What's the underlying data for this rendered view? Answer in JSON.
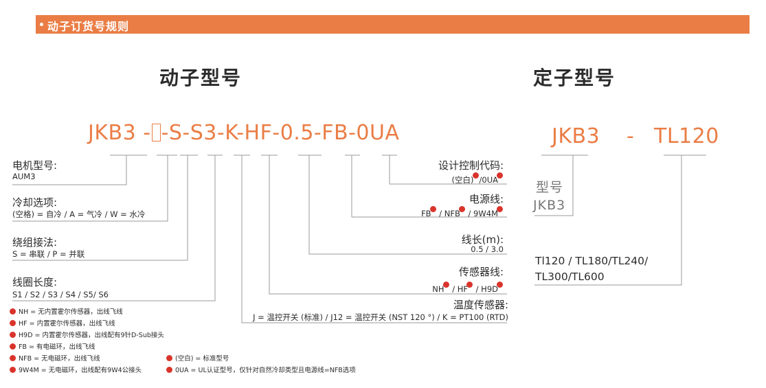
{
  "header": {
    "title": "动子订货号规则"
  },
  "mover": {
    "title": "动子型号",
    "code_prefix": "JKB3 -",
    "code_suffix": "-S-S3-K-HF-0.5-FB-0UA",
    "left_labels": [
      {
        "title": "电机型号:",
        "value": "AUM3"
      },
      {
        "title": "冷却选项:",
        "value": "(空格) = 自冷 / A = 气冷 / W = 水冷"
      },
      {
        "title": "绕组接法:",
        "value": "S = 串联 / P = 并联"
      },
      {
        "title": "线圈长度:",
        "value": "S1 / S2 / S3 / S4 / S5/ S6"
      }
    ],
    "right_labels": {
      "design_code": {
        "title": "设计控制代码:",
        "opt1": "(空白)",
        "opt2": "/0UA"
      },
      "power_line": {
        "title": "电源线:",
        "opt1": "FB",
        "opt2": "/ NFB",
        "opt3": "/ 9W4M"
      },
      "line_length": {
        "title": "线长(m):",
        "value": "0.5 / 3.0"
      },
      "sensor_line": {
        "title": "传感器线:",
        "opt1": "NH",
        "opt2": "/ HF",
        "opt3": "/ H9D"
      },
      "temp_sensor": {
        "title": "温度传感器:",
        "value": "J = 温控开关 (标准) / J12 = 温控开关 (NST 120 °) / K = PT100 (RTD)"
      }
    },
    "notes_left": [
      "NH = 无内置霍尔传感器，出线飞线",
      "HF = 内置霍尔传感器，出线飞线",
      "H9D = 内置霍尔传感器，出线配有9针D-Sub接头",
      "FB = 有电磁环，出线飞线",
      "NFB = 无电磁环，出线飞线",
      "9W4M = 无电磁环，出线配有9W4公接头"
    ],
    "notes_right": [
      "(空白) = 标准型号",
      "0UA = UL认证型号，仅针对自然冷却类型且电源线=NFB选项"
    ]
  },
  "stator": {
    "title": "定子型号",
    "code_left": "JKB3",
    "code_dash": "-",
    "code_right": "TL120",
    "model_label": "型号",
    "model_value": "JKB3",
    "lengths_line1": "Tl120 / TL180/TL240/",
    "lengths_line2": "TL300/TL600"
  },
  "colors": {
    "accent": "#ea7d45",
    "badge": "#d9342b",
    "leader": "#9a9a9a",
    "text": "#2b2b2b"
  }
}
